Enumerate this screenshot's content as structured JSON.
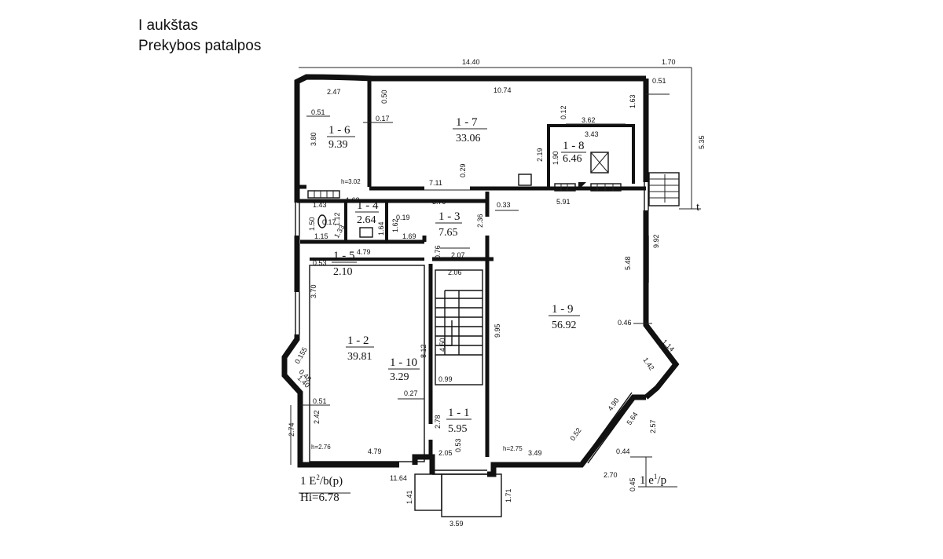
{
  "header": {
    "line1": "I aukštas",
    "line2": "Prekybos patalpos"
  },
  "rooms": [
    {
      "id": "1 - 6",
      "area": "9.39"
    },
    {
      "id": "1 - 7",
      "area": "33.06"
    },
    {
      "id": "1 - 8",
      "area": "6.46"
    },
    {
      "id": "1 - 4",
      "area": "2.64"
    },
    {
      "id": "1 - 3",
      "area": "7.65"
    },
    {
      "id": "1 - 5",
      "area": "2.10"
    },
    {
      "id": "1 - 2",
      "area": "39.81"
    },
    {
      "id": "1 - 10",
      "area": "3.29"
    },
    {
      "id": "1 - 1",
      "area": "5.95"
    },
    {
      "id": "1 - 9",
      "area": "56.92"
    }
  ],
  "dimensions": [
    "14.40",
    "1.70",
    "0.51",
    "10.74",
    "2.47",
    "0.50",
    "1.63",
    "5.35",
    "0.51",
    "0.17",
    "0.12",
    "3.62",
    "3.80",
    "3.43",
    "2.19",
    "1.90",
    "h=3.02",
    "0.29",
    "7.11",
    "1.63",
    "1.43",
    "3.79",
    "5.91",
    "0.33",
    "0.17",
    "0.19",
    "1.50",
    "1.12",
    "1.62",
    "1.64",
    "2.36",
    "1.15",
    "1.33",
    "1.69",
    "9.92",
    "4.79",
    "0.53",
    "0.76",
    "2.07",
    "5.48",
    "2.06",
    "3.70",
    "9.95",
    "0.46",
    "1.14",
    "0.155",
    "8.12",
    "4.50",
    "1.42",
    "0.48",
    "1.40",
    "0.99",
    "0.27",
    "4.90",
    "0.51",
    "2.78",
    "5.64",
    "2.74",
    "2.42",
    "0.52",
    "2.57",
    "h=2.76",
    "4.79",
    "2.05",
    "0.53",
    "h=2.75",
    "3.49",
    "0.44",
    "11.64",
    "2.70",
    "0.45",
    "1.41",
    "1.71",
    "3.59"
  ],
  "notes": {
    "left_code": "1 E",
    "left_sup": "2",
    "left_rest": "/b(p)",
    "height": "Hi=6.78",
    "right_code": "1 e",
    "right_sup": "1",
    "right_rest": "/p",
    "axis": "t"
  }
}
